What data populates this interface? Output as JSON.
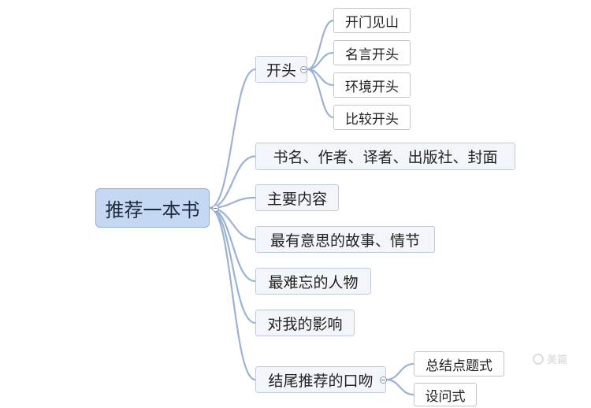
{
  "mindmap": {
    "root": "推荐一本书",
    "branches": [
      {
        "label": "开头",
        "children": [
          "开门见山",
          "名言开头",
          "环境开头",
          "比较开头"
        ]
      },
      {
        "label": "书名、作者、译者、出版社、封面"
      },
      {
        "label": "主要内容"
      },
      {
        "label": "最有意思的故事、情节"
      },
      {
        "label": "最难忘的人物"
      },
      {
        "label": "对我的影响"
      },
      {
        "label": "结尾推荐的口吻",
        "children": [
          "总结点题式",
          "设问式"
        ]
      }
    ]
  },
  "colors": {
    "connector": "#9cb2d4",
    "root_fill": "#c5d8f3",
    "branch_fill": "#f2f5fa"
  },
  "watermark": {
    "text": "美篇",
    "icon": "meipian-logo-icon"
  }
}
